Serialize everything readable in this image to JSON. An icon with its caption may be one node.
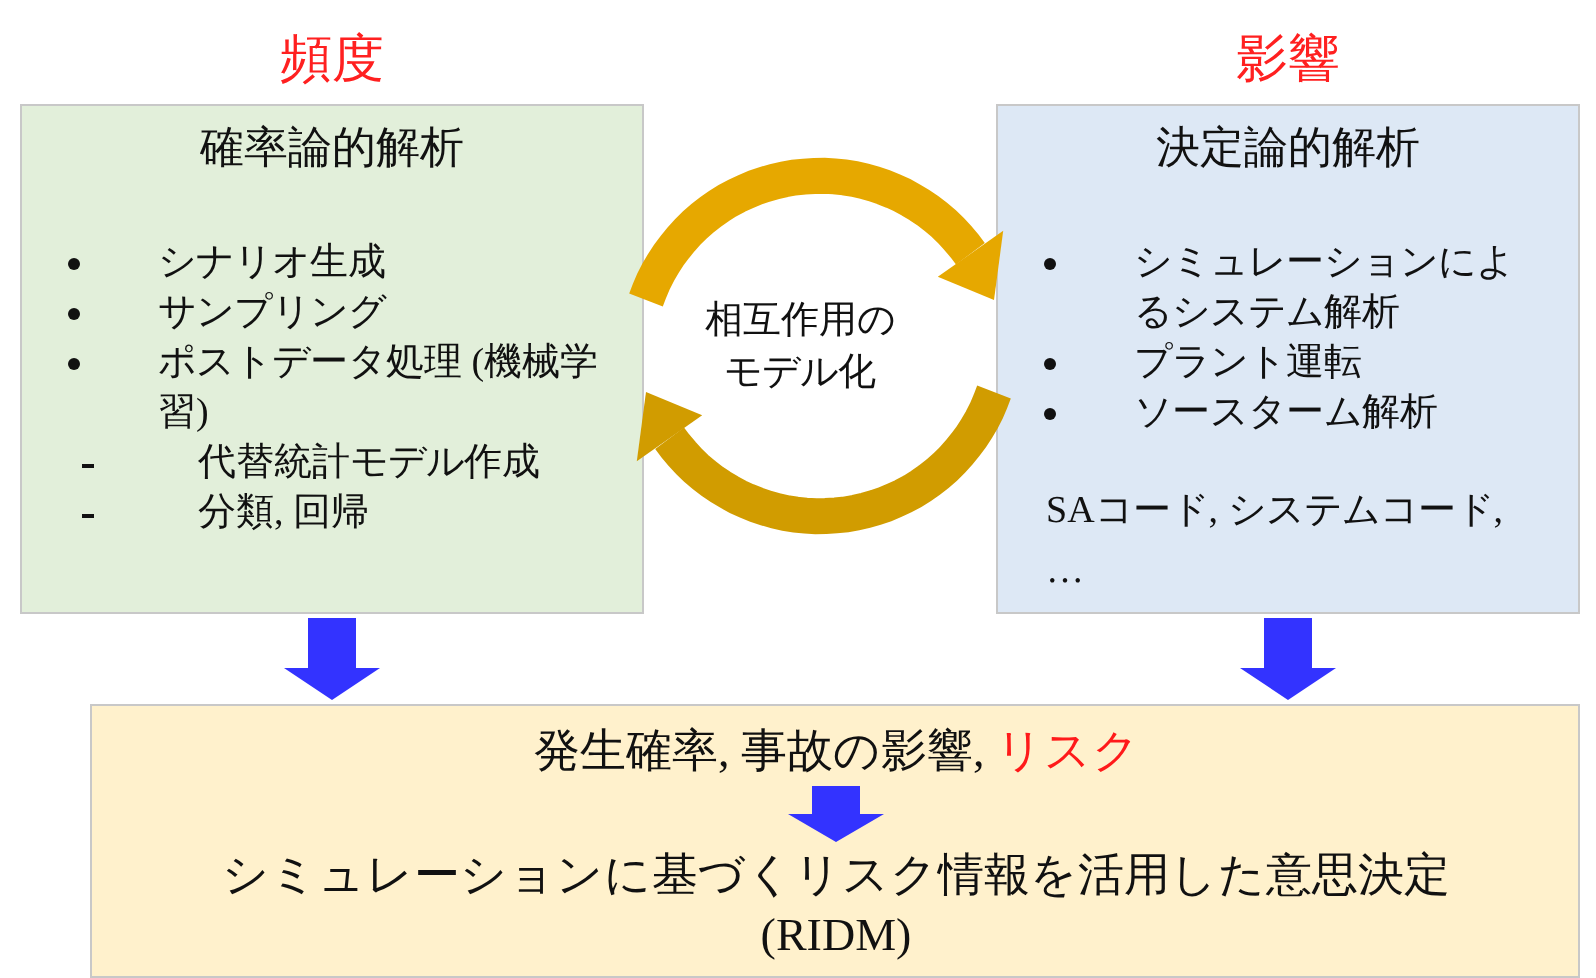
{
  "diagram": {
    "nodes": [
      {
        "text": [
          "確率論的解析",
          "シナリオ生成",
          "サンプリング",
          "ポストデータ処理 (機械学習)",
          "代替統計モデル作成",
          "分類, 回帰"
        ],
        "beside": [
          "頻度"
        ]
      },
      {
        "text": [
          "決定論的解析",
          "シミュレーションによるシステム解析",
          "プラント運転",
          "ソースターム解析",
          "SAコード, システムコード, …"
        ],
        "beside": [
          "影響"
        ]
      },
      {
        "text": [],
        "shape": "box"
      },
      {
        "text": [
          "発生確率, 事故の影響, リスク"
        ],
        "in": 2
      },
      {
        "text": [
          "シミュレーションに基づくリスク情報を活用した意思決定 (RIDM)"
        ],
        "in": 2
      }
    ],
    "edges": [
      {
        "from": 0,
        "to": 1,
        "arrow": "to",
        "color": "#e6a800"
      },
      {
        "from": 1,
        "to": 0,
        "arrow": "to",
        "color": "#d19c00"
      },
      {
        "from": 0,
        "to": 2,
        "arrow": "to",
        "style": "thick",
        "color": "#3333ff"
      },
      {
        "from": 1,
        "to": 2,
        "arrow": "to",
        "style": "thick",
        "color": "#3333ff"
      },
      {
        "from": 3,
        "to": 4,
        "arrow": "to",
        "style": "thick",
        "color": "#3333ff"
      }
    ],
    "labels": [
      "相互作用のモデル化"
    ]
  }
}
